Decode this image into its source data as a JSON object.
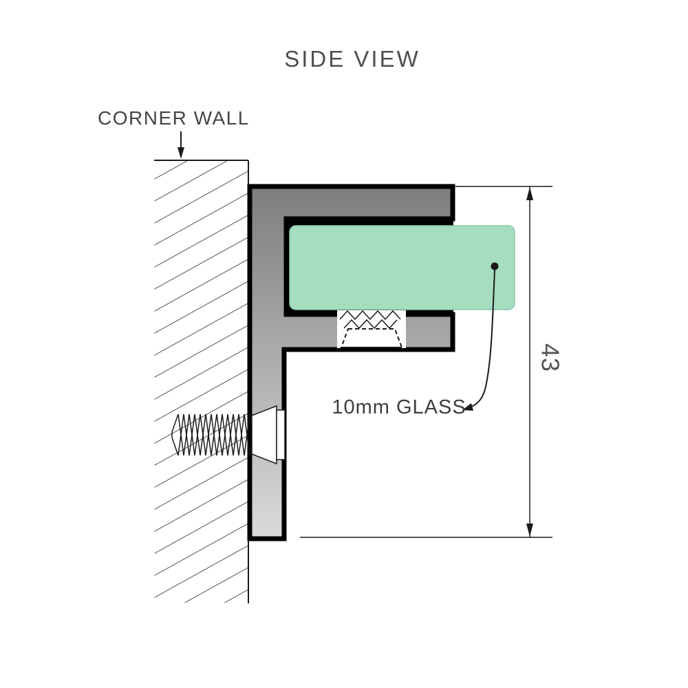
{
  "title": "SIDE VIEW",
  "wall": {
    "label": "CORNER WALL"
  },
  "glass": {
    "label": "10mm GLASS"
  },
  "dimension": {
    "value": "43"
  },
  "colors": {
    "background": "#ffffff",
    "glass_fill": "#a6dcc0",
    "glass_edge": "#8cc9ab",
    "metal_dark": "#7d7d7d",
    "metal_mid": "#a9a9a9",
    "metal_light": "#dadada",
    "gasket": "#000000",
    "line": "#1a1a1a",
    "text": "#4a4a4a"
  }
}
